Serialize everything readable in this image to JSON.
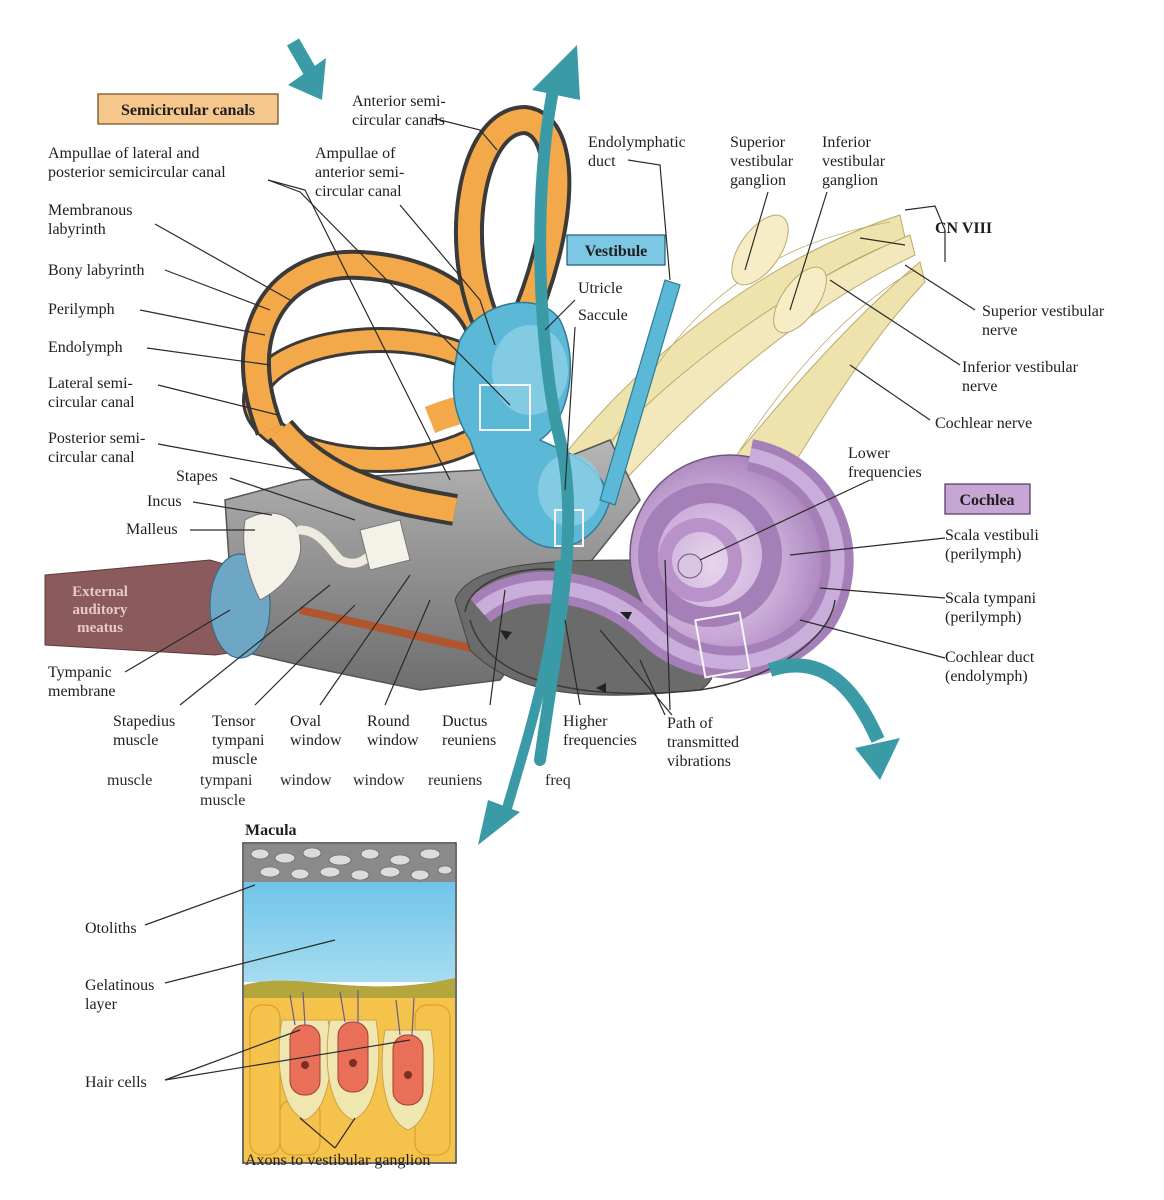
{
  "boxed_titles": {
    "semicircular_canals": "Semicircular canals",
    "vestibule": "Vestibule",
    "cochlea": "Cochlea",
    "cn_viii": "CN VIII",
    "macula": "Macula"
  },
  "colors": {
    "canal_orange": "#f3a84a",
    "vestibule_blue": "#5bb8d6",
    "cochlea_purple": "#b58fc4",
    "nerve_cream": "#efe3ad",
    "meatus_maroon": "#8b5a5c",
    "bone_gray": "#8c8c8c",
    "arrow_teal": "#3a9aa6",
    "title_box_orange": "#f6c78c",
    "title_box_blue": "#7cc7e3",
    "title_box_purple": "#c6a6d4"
  },
  "labels": {
    "anterior_canals": [
      "Anterior semi-",
      "circular canals"
    ],
    "ampullae_lateral": [
      "Ampullae of lateral and",
      "posterior semicircular canal"
    ],
    "ampullae_anterior": [
      "Ampullae of",
      "anterior semi-",
      "circular canal"
    ],
    "endolymphatic_duct": [
      "Endolymphatic",
      "duct"
    ],
    "superior_ganglion": [
      "Superior",
      "vestibular",
      "ganglion"
    ],
    "inferior_ganglion": [
      "Inferior",
      "vestibular",
      "ganglion"
    ],
    "membranous_labyrinth": [
      "Membranous",
      "labyrinth"
    ],
    "bony_labyrinth": [
      "Bony labyrinth"
    ],
    "perilymph": [
      "Perilymph"
    ],
    "endolymph": [
      "Endolymph"
    ],
    "lateral_canal": [
      "Lateral semi-",
      "circular canal"
    ],
    "posterior_canal": [
      "Posterior semi-",
      "circular canal"
    ],
    "utricle": [
      "Utricle"
    ],
    "saccule": [
      "Saccule"
    ],
    "superior_vestibular_nerve": [
      "Superior vestibular",
      "nerve"
    ],
    "inferior_vestibular_nerve": [
      "Inferior vestibular",
      "nerve"
    ],
    "cochlear_nerve": [
      "Cochlear nerve"
    ],
    "stapes": [
      "Stapes"
    ],
    "incus": [
      "Incus"
    ],
    "malleus": [
      "Malleus"
    ],
    "lower_frequencies": [
      "Lower",
      "frequencies"
    ],
    "scala_vestibuli": [
      "Scala vestibuli",
      "(perilymph)"
    ],
    "scala_tympani": [
      "Scala tympani",
      "(perilymph)"
    ],
    "cochlear_duct": [
      "Cochlear duct",
      "(endolymph)"
    ],
    "external_meatus": [
      "External",
      "auditory",
      "meatus"
    ],
    "tympanic_membrane": [
      "Tympanic",
      "membrane"
    ],
    "stapedius_muscle": [
      "Stapedius",
      "muscle"
    ],
    "tensor_tympani": [
      "Tensor",
      "tympani",
      "muscle"
    ],
    "oval_window": [
      "Oval",
      "window"
    ],
    "round_window": [
      "Round",
      "window"
    ],
    "ductus_reuniens": [
      "Ductus",
      "reuniens"
    ],
    "higher_frequencies": [
      "Higher",
      "frequencies"
    ],
    "path_vibrations": [
      "Path of",
      "transmitted",
      "vibrations"
    ],
    "otoliths": [
      "Otoliths"
    ],
    "gelatinous_layer": [
      "Gelatinous",
      "layer"
    ],
    "hair_cells": [
      "Hair cells"
    ],
    "axons": [
      "Axons to vestibular ganglion"
    ]
  },
  "ghost_text": {
    "muscle": "muscle",
    "tympani": "tympani",
    "window_1": "window",
    "window_2": "window",
    "reuniens": "reuniens",
    "freq": "freq",
    "muscle_2": "muscle"
  }
}
